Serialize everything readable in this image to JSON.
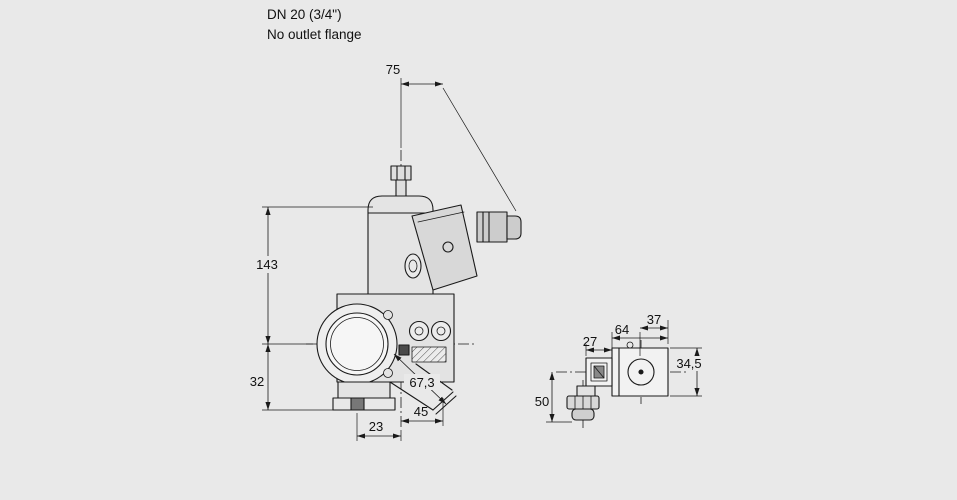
{
  "canvas": {
    "background_color": "#e9e9e9",
    "line_color": "#1a1a1a"
  },
  "title": {
    "line1": "DN 20 (3/4\")",
    "line2": "No outlet flange"
  },
  "front_view": {
    "dim_top_width": "75",
    "dim_height": "143",
    "dim_lower_height": "32",
    "dim_bottom_offset": "23",
    "dim_bottom_width": "45",
    "dim_diagonal": "67,3"
  },
  "side_view": {
    "dim_top_width": "37",
    "dim_plug_width": "27",
    "dim_body_width": "64",
    "dim_body_height": "34,5",
    "dim_lower_height": "50"
  }
}
